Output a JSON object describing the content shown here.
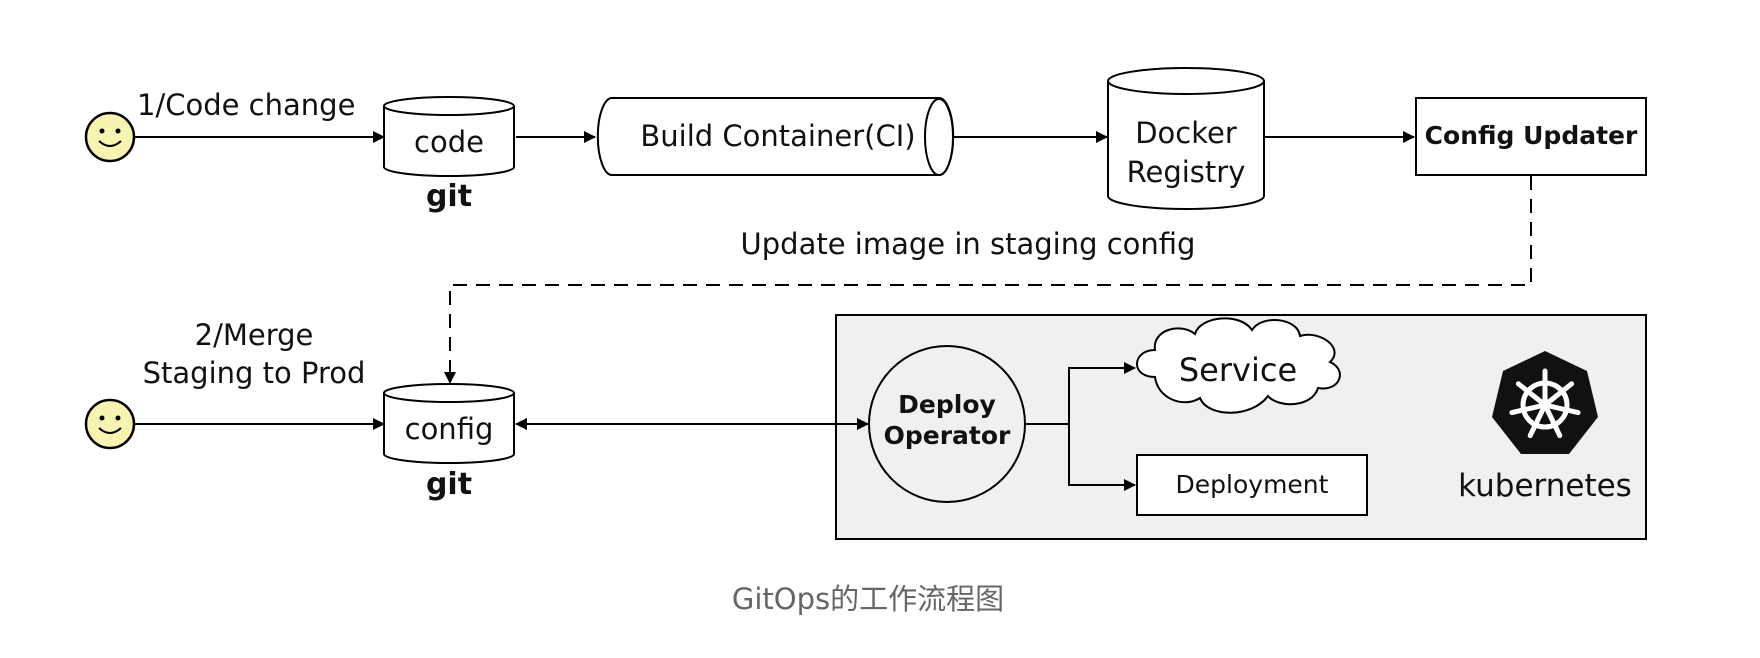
{
  "diagram": {
    "title": "GitOps的工作流程图",
    "edge_labels": {
      "code_change": "1/Code change",
      "merge_line1": "2/Merge",
      "merge_line2": "Staging to Prod",
      "update_image": "Update image in staging config"
    },
    "nodes": {
      "code_repo": {
        "label": "code",
        "sublabel": "git"
      },
      "config_repo": {
        "label": "config",
        "sublabel": "git"
      },
      "build_container": {
        "label": "Build Container(CI)"
      },
      "docker_registry": {
        "label_line1": "Docker",
        "label_line2": "Registry"
      },
      "config_updater": {
        "label": "Config Updater"
      },
      "deploy_operator": {
        "label_line1": "Deploy",
        "label_line2": "Operator"
      },
      "service": {
        "label": "Service"
      },
      "deployment": {
        "label": "Deployment"
      },
      "kubernetes": {
        "label": "kubernetes"
      }
    },
    "actors": [
      "smiley-face-icon",
      "smiley-face-icon"
    ],
    "colors": {
      "cluster_fill": "#f0f0f0",
      "smiley_fill": "#f7f3b0",
      "caption": "#666666",
      "k8s_logo": "#111111"
    }
  }
}
